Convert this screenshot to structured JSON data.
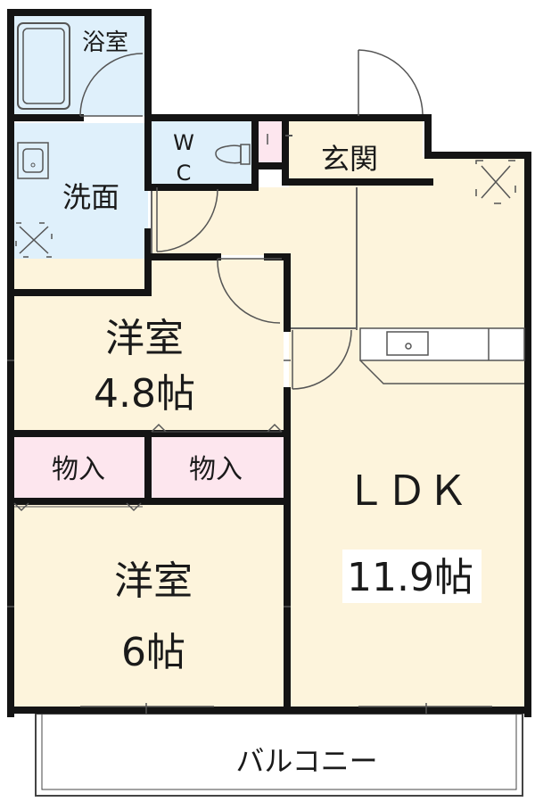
{
  "rooms": {
    "bath": "浴室",
    "washroom": "洗面",
    "toilet_line1": "W",
    "toilet_line2": "C",
    "entrance": "玄関",
    "western_room_1_name": "洋室",
    "western_room_1_size": "4.8帖",
    "storage_1": "物入",
    "storage_2": "物入",
    "western_room_2_name": "洋室",
    "western_room_2_size": "6帖",
    "ldk_name": "ＬＤＫ",
    "ldk_size": "11.9帖",
    "balcony": "バルコニー"
  },
  "colors": {
    "wall": "#141414",
    "wet_area": "#dff0fb",
    "living_area": "#fdf4dc",
    "storage": "#fde6ee",
    "outline": "#444444"
  }
}
